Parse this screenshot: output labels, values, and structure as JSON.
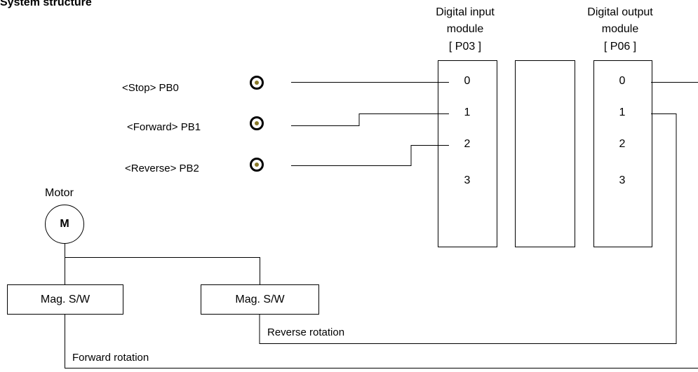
{
  "title": "System structure",
  "input_module": {
    "line1": "Digital input",
    "line2": "module",
    "id": "[ P03 ]",
    "pins": [
      "0",
      "1",
      "2",
      "3"
    ]
  },
  "output_module": {
    "line1": "Digital output",
    "line2": "module",
    "id": "[ P06 ]",
    "pins": [
      "0",
      "1",
      "2",
      "3"
    ]
  },
  "push_buttons": [
    {
      "label": "<Stop>  PB0",
      "icon": "push-button-icon"
    },
    {
      "label": "<Forward>  PB1",
      "icon": "push-button-icon"
    },
    {
      "label": "<Reverse>  PB2",
      "icon": "push-button-icon"
    }
  ],
  "motor": {
    "label": "Motor",
    "symbol": "M"
  },
  "switches": [
    {
      "label": "Mag. S/W"
    },
    {
      "label": "Mag. S/W"
    }
  ],
  "wire_labels": {
    "reverse": "Reverse rotation",
    "forward": "Forward rotation"
  }
}
